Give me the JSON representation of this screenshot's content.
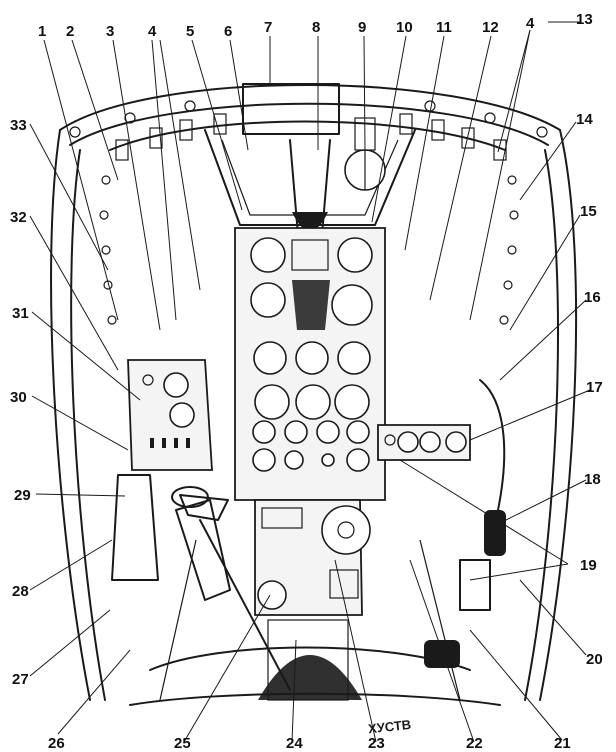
{
  "diagram": {
    "floor_marking": "ХУСТВ",
    "callouts": [
      {
        "id": "1",
        "label": "1"
      },
      {
        "id": "2",
        "label": "2"
      },
      {
        "id": "3",
        "label": "3"
      },
      {
        "id": "4a",
        "label": "4"
      },
      {
        "id": "5",
        "label": "5"
      },
      {
        "id": "6",
        "label": "6"
      },
      {
        "id": "7",
        "label": "7"
      },
      {
        "id": "8",
        "label": "8"
      },
      {
        "id": "9",
        "label": "9"
      },
      {
        "id": "10",
        "label": "10"
      },
      {
        "id": "11",
        "label": "11"
      },
      {
        "id": "12",
        "label": "12"
      },
      {
        "id": "4b",
        "label": "4"
      },
      {
        "id": "13",
        "label": "13"
      },
      {
        "id": "14",
        "label": "14"
      },
      {
        "id": "15",
        "label": "15"
      },
      {
        "id": "16",
        "label": "16"
      },
      {
        "id": "17",
        "label": "17"
      },
      {
        "id": "18",
        "label": "18"
      },
      {
        "id": "19",
        "label": "19"
      },
      {
        "id": "20",
        "label": "20"
      },
      {
        "id": "21",
        "label": "21"
      },
      {
        "id": "22",
        "label": "22"
      },
      {
        "id": "23",
        "label": "23"
      },
      {
        "id": "24",
        "label": "24"
      },
      {
        "id": "25",
        "label": "25"
      },
      {
        "id": "26",
        "label": "26"
      },
      {
        "id": "27",
        "label": "27"
      },
      {
        "id": "28",
        "label": "28"
      },
      {
        "id": "29",
        "label": "29"
      },
      {
        "id": "30",
        "label": "30"
      },
      {
        "id": "31",
        "label": "31"
      },
      {
        "id": "32",
        "label": "32"
      },
      {
        "id": "33",
        "label": "33"
      }
    ]
  }
}
